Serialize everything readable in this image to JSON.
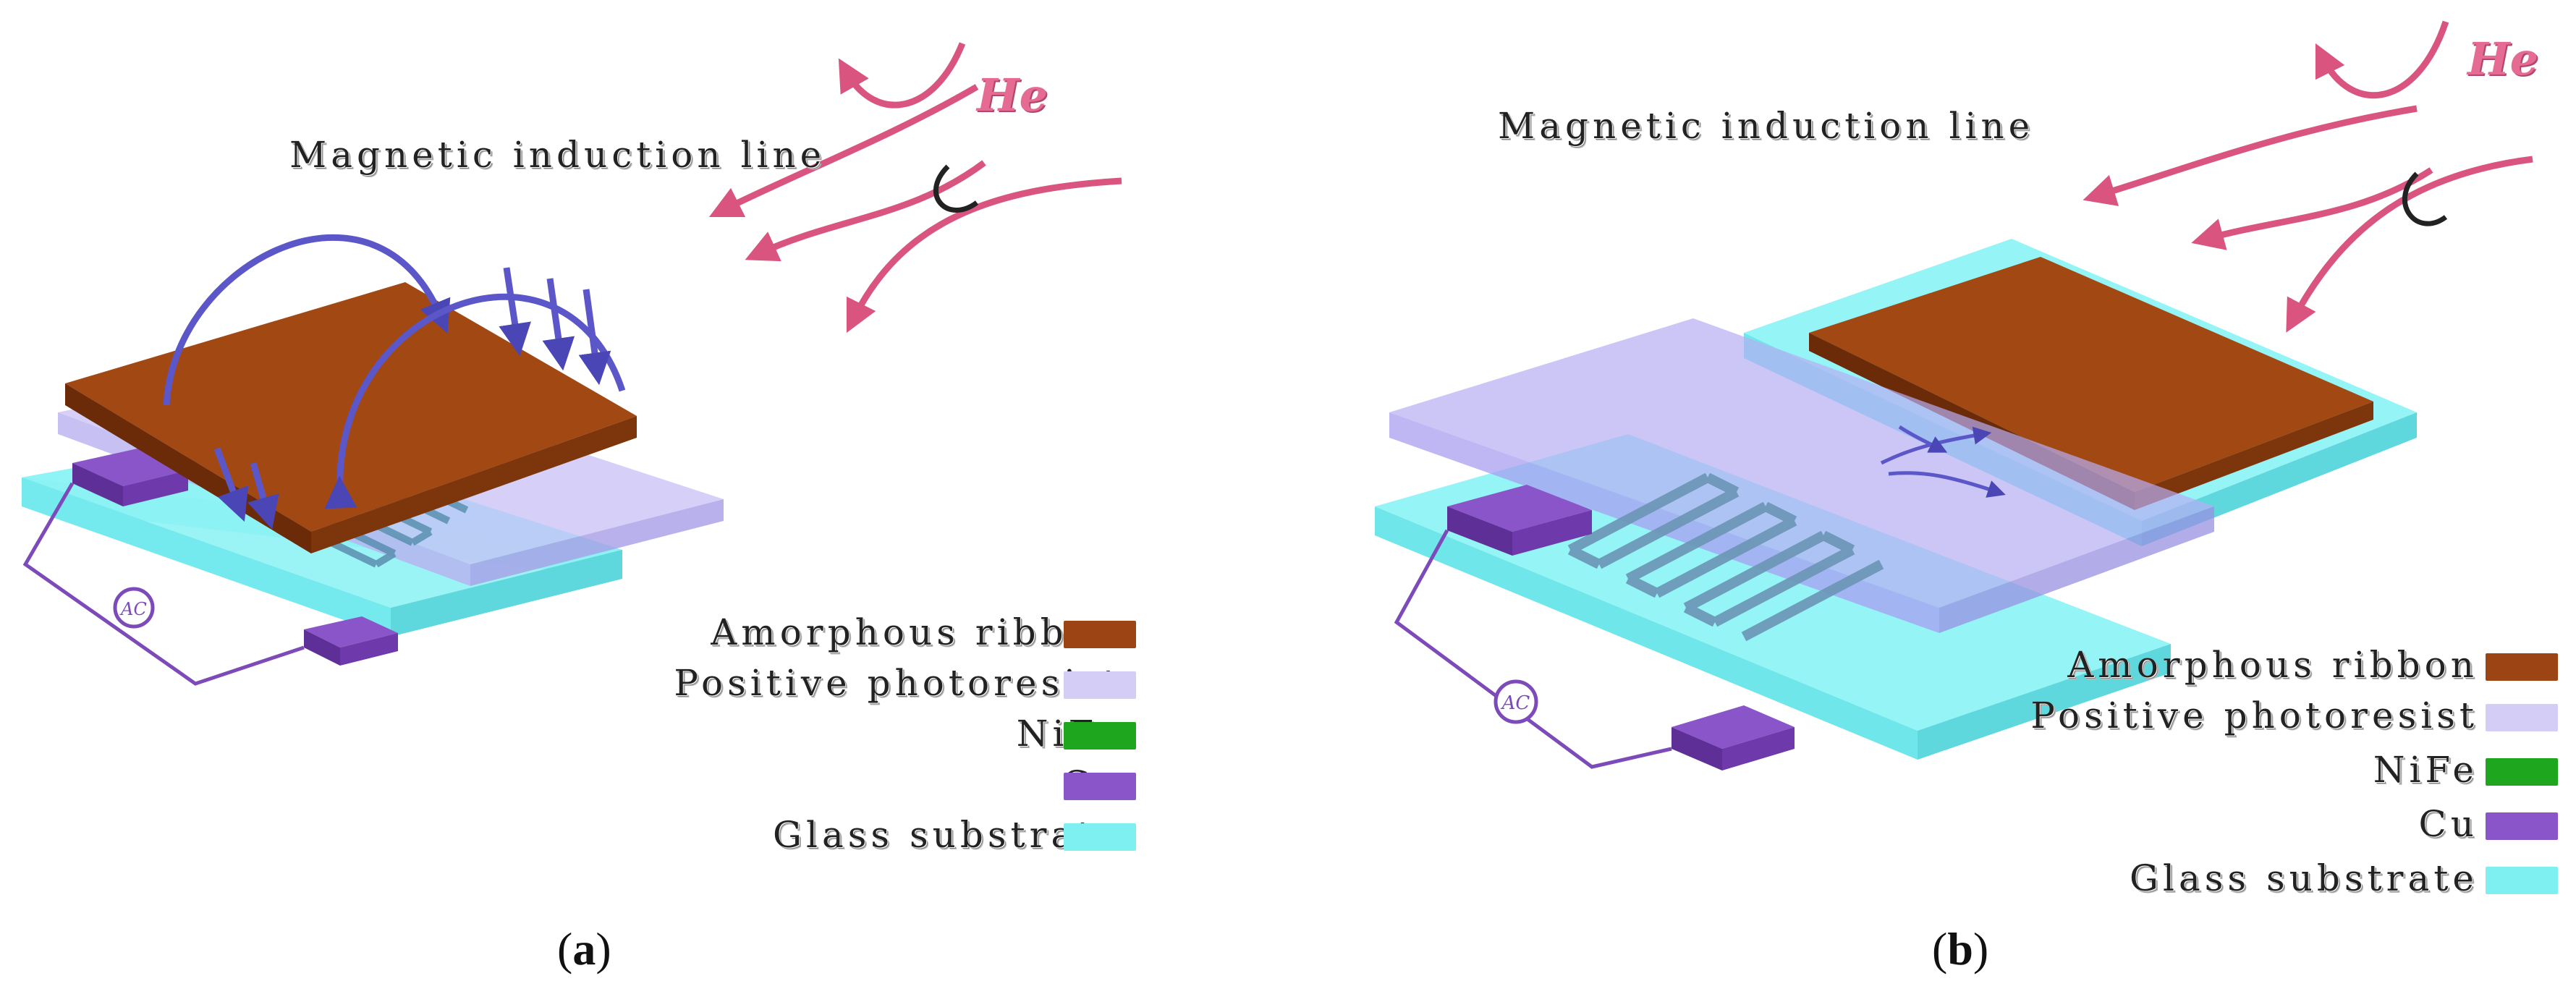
{
  "panels": [
    {
      "id": "a",
      "caption_open": "(",
      "caption_letter": "a",
      "caption_close": ")",
      "magnetic_line_label": "Magnetic induction line",
      "he_label": "He",
      "ac_label": "AC"
    },
    {
      "id": "b",
      "caption_open": "(",
      "caption_letter": "b",
      "caption_close": ")",
      "magnetic_line_label": "Magnetic induction line",
      "he_label": "He",
      "ac_label": "AC"
    }
  ],
  "legend": [
    {
      "label": "Amorphous ribbon",
      "color": "#9c4413"
    },
    {
      "label": "Positive photoresist",
      "color": "#d4cdf6"
    },
    {
      "label": "NiFe",
      "color": "#1ea61e"
    },
    {
      "label": "Cu",
      "color": "#8a55c9"
    },
    {
      "label": "Glass substrate",
      "color": "#7ff0f2"
    }
  ],
  "colors": {
    "ribbon": "#9c4413",
    "photoresist": "#d4cdf6",
    "nife": "#1ea61e",
    "cu": "#8a55c9",
    "glass": "#7ff0f2",
    "field_line": "#5b57c8",
    "he_arrow": "#e56b93"
  }
}
